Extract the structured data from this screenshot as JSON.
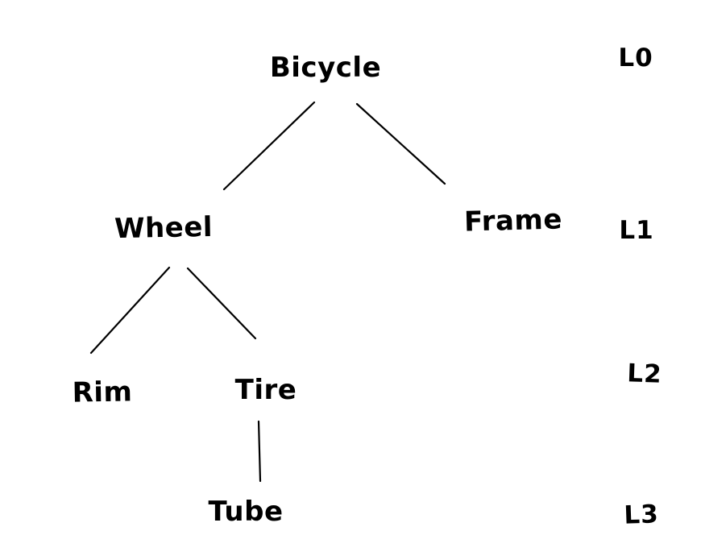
{
  "diagram": {
    "type": "tree",
    "style": "hand-drawn",
    "colors": {
      "ink": "#000000",
      "background": "#ffffff"
    },
    "nodes": [
      {
        "id": "bicycle",
        "label": "Bicycle",
        "level": 0,
        "parent": null
      },
      {
        "id": "wheel",
        "label": "Wheel",
        "level": 1,
        "parent": "bicycle"
      },
      {
        "id": "frame",
        "label": "Frame",
        "level": 1,
        "parent": "bicycle"
      },
      {
        "id": "rim",
        "label": "Rim",
        "level": 2,
        "parent": "wheel"
      },
      {
        "id": "tire",
        "label": "Tire",
        "level": 2,
        "parent": "wheel"
      },
      {
        "id": "tube",
        "label": "Tube",
        "level": 3,
        "parent": "tire"
      }
    ],
    "edges": [
      {
        "from": "bicycle",
        "to": "wheel"
      },
      {
        "from": "bicycle",
        "to": "frame"
      },
      {
        "from": "wheel",
        "to": "rim"
      },
      {
        "from": "wheel",
        "to": "tire"
      },
      {
        "from": "tire",
        "to": "tube"
      }
    ],
    "level_labels": [
      {
        "label": "L0"
      },
      {
        "label": "L1"
      },
      {
        "label": "L2"
      },
      {
        "label": "L3"
      }
    ]
  }
}
